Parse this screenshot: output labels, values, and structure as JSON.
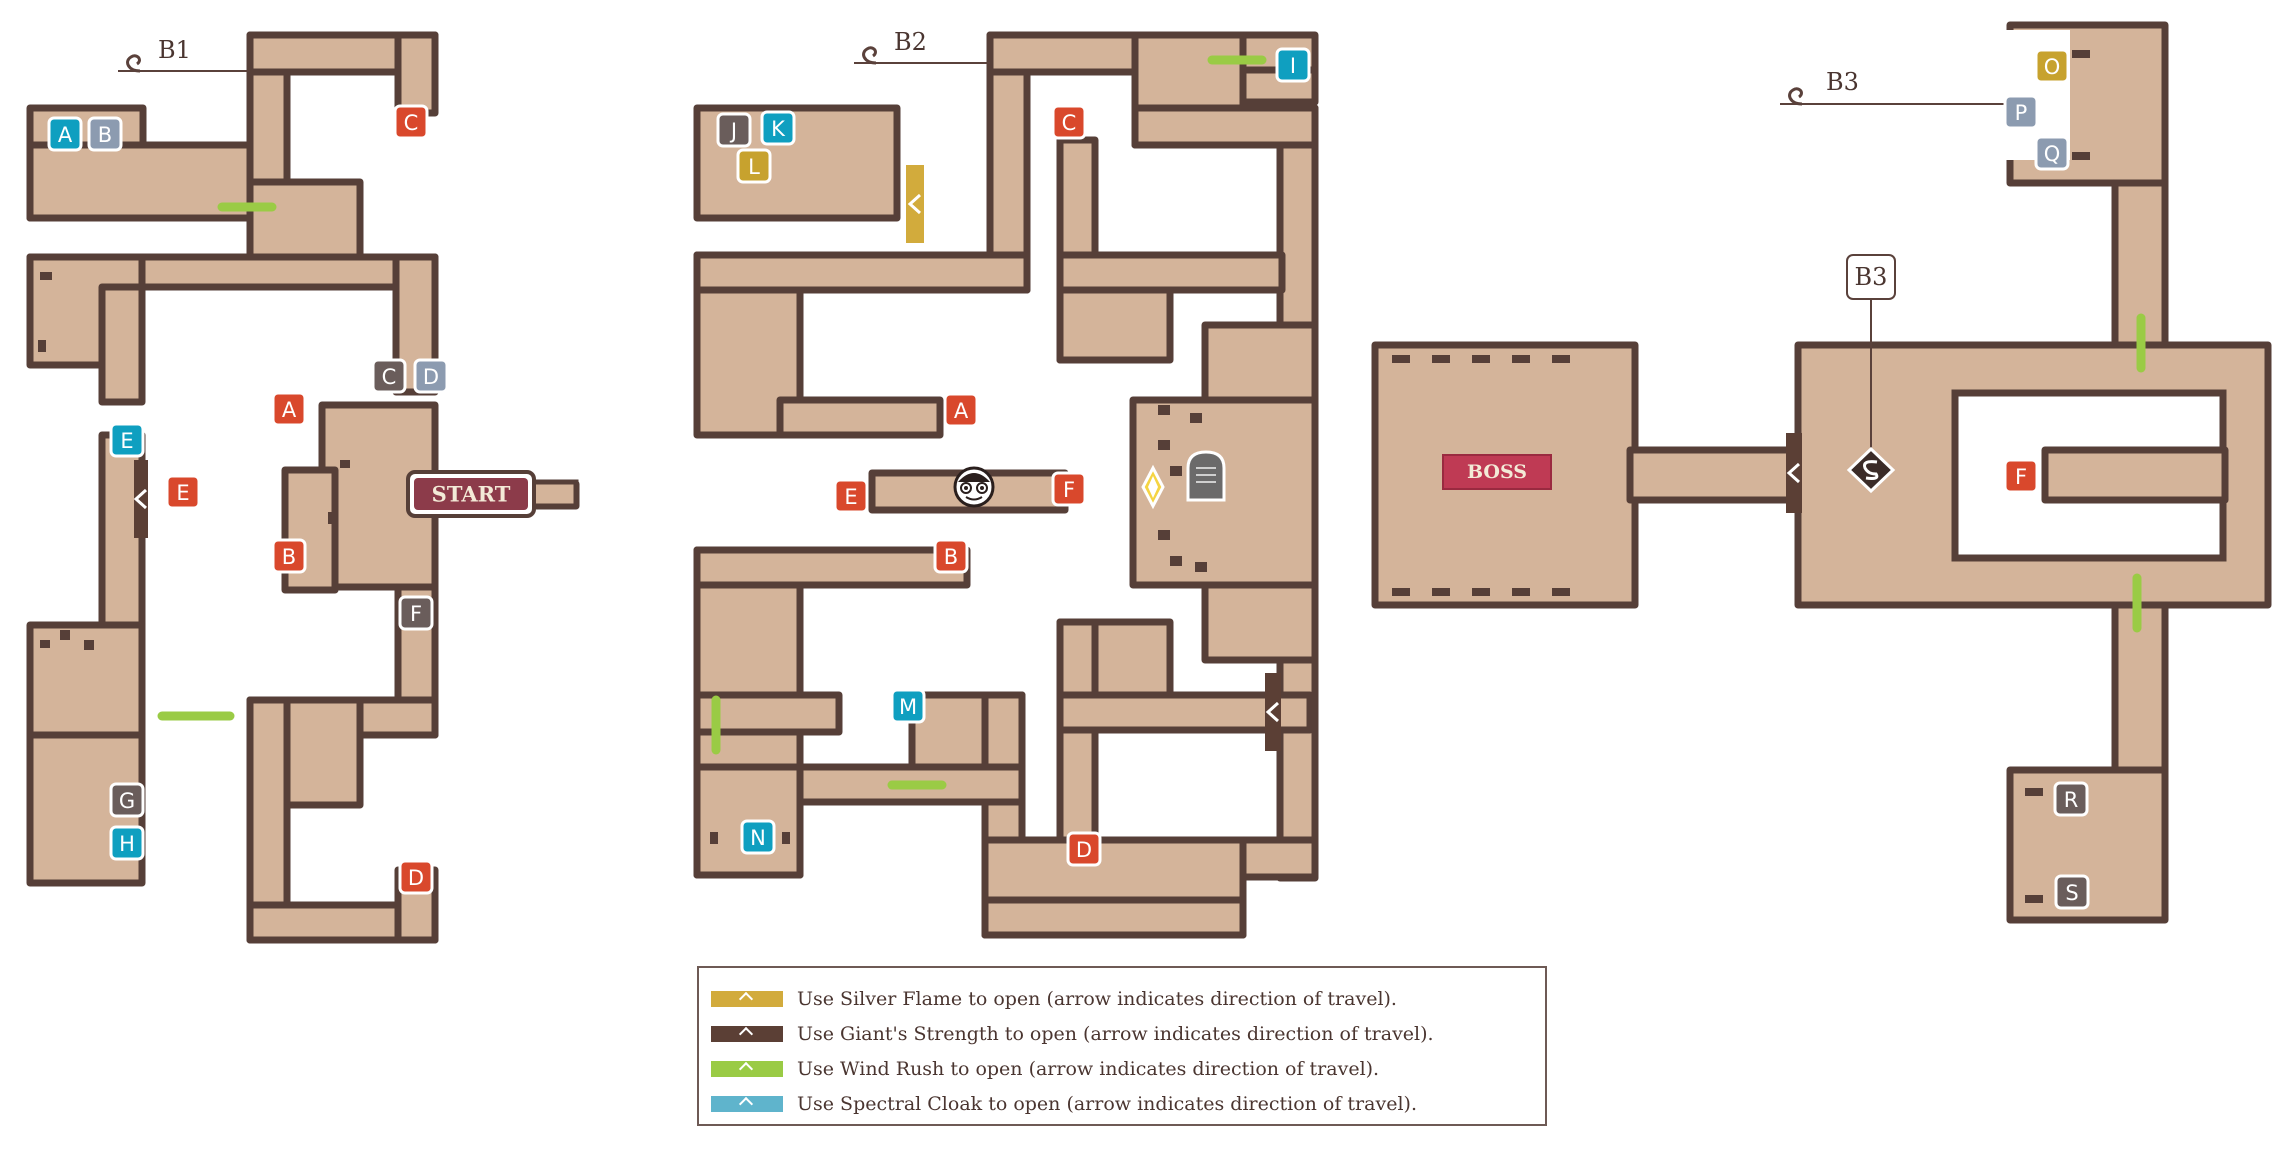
{
  "floors": {
    "b1": "B1",
    "b2": "B2",
    "b3": "B3",
    "b3_stairs": "B3"
  },
  "signs": {
    "start": "START",
    "boss": "BOSS"
  },
  "markers": {
    "red": [
      "A",
      "B",
      "C",
      "D",
      "E",
      "F"
    ],
    "teal": [
      "A",
      "E",
      "H",
      "I",
      "K",
      "M",
      "N"
    ],
    "slate": [
      "B",
      "D",
      "P",
      "Q"
    ],
    "gray": [
      "C",
      "F",
      "G",
      "J",
      "R",
      "S"
    ],
    "gold": [
      "L",
      "O"
    ]
  },
  "legend": [
    {
      "color": "#d2ab3c",
      "text": "Use Silver Flame to open (arrow indicates direction of travel)."
    },
    {
      "color": "#5b3f35",
      "text": "Use Giant's Strength to open (arrow indicates direction of travel)."
    },
    {
      "color": "#9acb45",
      "text": "Use Wind Rush to open (arrow indicates direction of travel)."
    },
    {
      "color": "#5fb4cc",
      "text": "Use Spectral Cloak to open (arrow indicates direction of travel)."
    }
  ],
  "colors": {
    "floor": "#d4b49a",
    "wall": "#563f38",
    "marker_red": "#d9482c",
    "marker_teal": "#0f9fc0",
    "marker_slate": "#8c9bb0",
    "marker_gray": "#6a5d5b",
    "marker_gold": "#c7a22e",
    "sign_fill": "#8c3b4a"
  },
  "icons": [
    "ghost-face-icon",
    "tombstone-icon",
    "save-point-icon",
    "stairs-icon",
    "swirl-icon"
  ]
}
